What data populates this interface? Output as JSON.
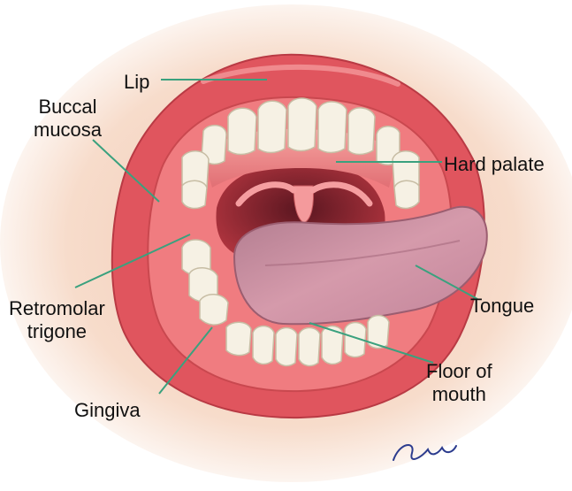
{
  "labels": {
    "lip": "Lip",
    "buccal_mucosa": [
      "Buccal",
      "mucosa"
    ],
    "hard_palate": "Hard palate",
    "retromolar_trigone": [
      "Retromolar",
      "trigone"
    ],
    "tongue": "Tongue",
    "floor_of_mouth": [
      "Floor of",
      "mouth"
    ],
    "gingiva": "Gingiva"
  },
  "colors": {
    "leader_line": "#3aa17e",
    "lip": "#e0555e",
    "mucosa": "#f07c80",
    "tongue": "#c98a9c",
    "throat": "#8e2b35",
    "skin": "#f6d9c5"
  }
}
